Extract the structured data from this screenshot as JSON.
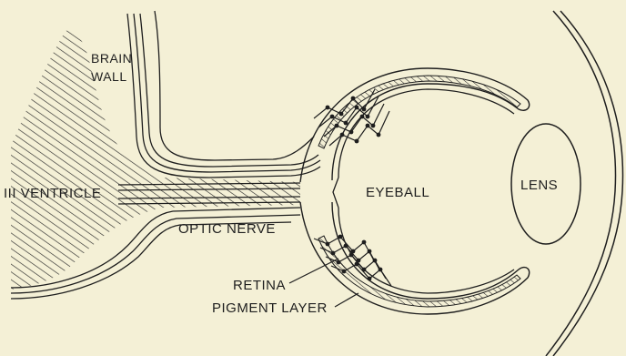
{
  "labels": {
    "brain_wall_line1": "BRAIN",
    "brain_wall_line2": "WALL",
    "third_ventricle": "III VENTRICLE",
    "eyeball": "EYEBALL",
    "lens": "LENS",
    "optic_nerve": "OPTIC NERVE",
    "retina": "RETINA",
    "pigment_layer": "PIGMENT LAYER"
  },
  "colors": {
    "paper": "#f4f0d6",
    "ink": "#1e1e1e"
  }
}
